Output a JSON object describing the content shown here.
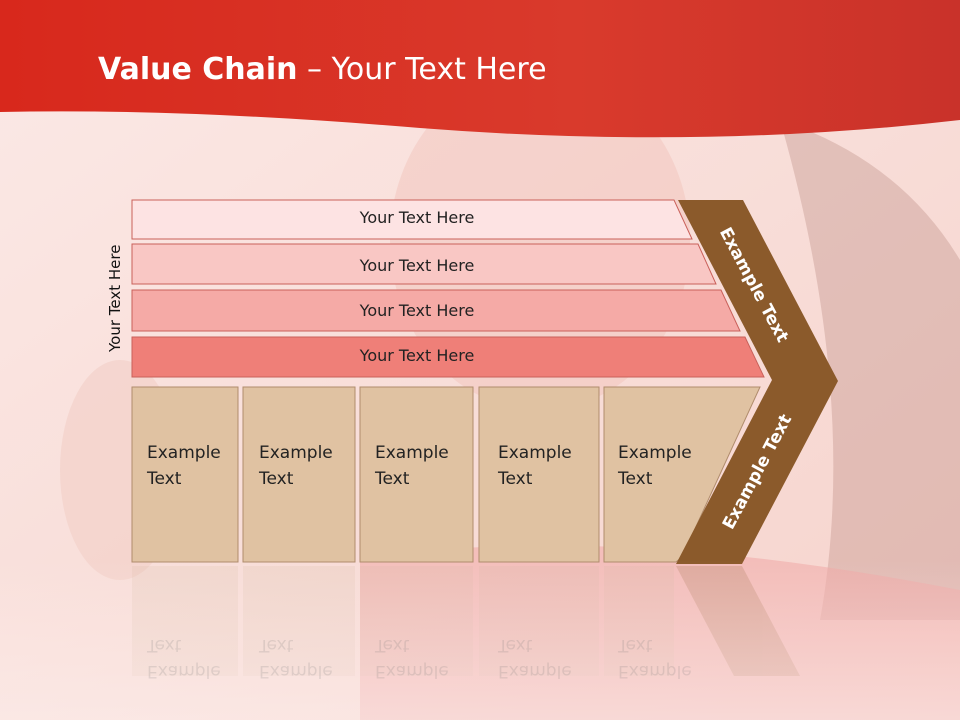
{
  "title": {
    "bold": "Value Chain",
    "rest": " – Your Text Here"
  },
  "side_label": "Your Text Here",
  "bands": [
    "Your Text Here",
    "Your Text Here",
    "Your Text Here",
    "Your Text Here"
  ],
  "cells": [
    {
      "line1": "Example",
      "line2": "Text"
    },
    {
      "line1": "Example",
      "line2": "Text"
    },
    {
      "line1": "Example",
      "line2": "Text"
    },
    {
      "line1": "Example",
      "line2": "Text"
    },
    {
      "line1": "Example",
      "line2": "Text"
    }
  ],
  "chevron": {
    "upper": "Example Text",
    "lower": "Example Text"
  },
  "colors": {
    "header": "#d42a1f",
    "band1": "#fde3e3",
    "band2": "#f9c7c4",
    "band3": "#f5aaa6",
    "band4": "#ef7f78",
    "cell": "#e0c2a2",
    "chevron": "#8b5a2b"
  }
}
